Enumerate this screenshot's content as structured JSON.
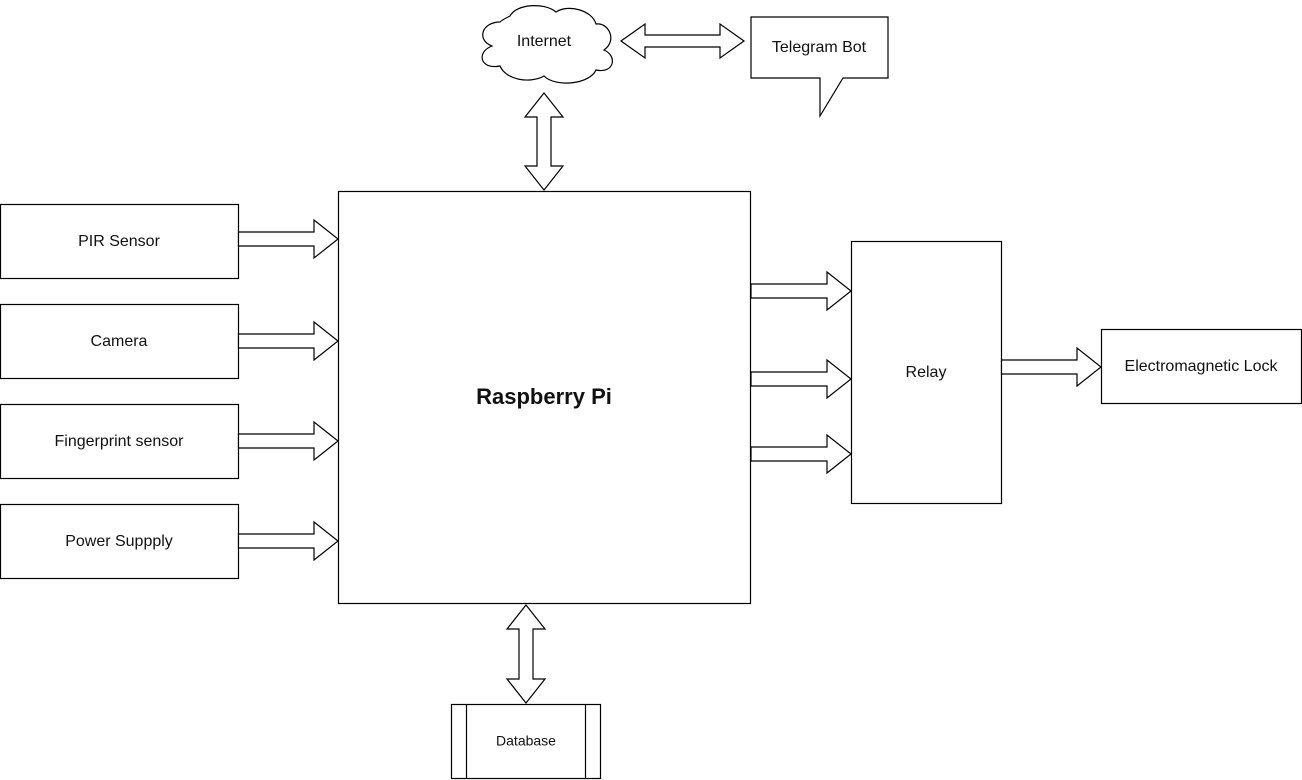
{
  "diagram": {
    "title": "Raspberry Pi based door security system block diagram",
    "nodes": {
      "raspberry_pi": {
        "label": "Raspberry Pi",
        "shape": "rectangle",
        "style": "bold"
      },
      "internet": {
        "label": "Internet",
        "shape": "cloud"
      },
      "telegram_bot": {
        "label": "Telegram Bot",
        "shape": "callout"
      },
      "pir_sensor": {
        "label": "PIR Sensor",
        "shape": "rectangle"
      },
      "camera": {
        "label": "Camera",
        "shape": "rectangle"
      },
      "fingerprint_sensor": {
        "label": "Fingerprint sensor",
        "shape": "rectangle"
      },
      "power_supply": {
        "label": "Power Suppply",
        "shape": "rectangle"
      },
      "relay": {
        "label": "Relay",
        "shape": "rectangle"
      },
      "electromagnetic_lock": {
        "label": "Electromagnetic Lock",
        "shape": "rectangle"
      },
      "database": {
        "label": "Database",
        "shape": "process"
      }
    },
    "edges": [
      {
        "from": "internet",
        "to": "telegram_bot",
        "type": "bidirectional"
      },
      {
        "from": "internet",
        "to": "raspberry_pi",
        "type": "bidirectional"
      },
      {
        "from": "pir_sensor",
        "to": "raspberry_pi",
        "type": "directed"
      },
      {
        "from": "camera",
        "to": "raspberry_pi",
        "type": "directed"
      },
      {
        "from": "fingerprint_sensor",
        "to": "raspberry_pi",
        "type": "directed"
      },
      {
        "from": "power_supply",
        "to": "raspberry_pi",
        "type": "directed"
      },
      {
        "from": "raspberry_pi",
        "to": "relay",
        "type": "directed"
      },
      {
        "from": "raspberry_pi",
        "to": "relay",
        "type": "directed"
      },
      {
        "from": "raspberry_pi",
        "to": "relay",
        "type": "directed"
      },
      {
        "from": "relay",
        "to": "electromagnetic_lock",
        "type": "directed"
      },
      {
        "from": "raspberry_pi",
        "to": "database",
        "type": "bidirectional"
      }
    ],
    "colors": {
      "stroke": "#000000",
      "fill": "#ffffff",
      "text": "#111111"
    }
  }
}
